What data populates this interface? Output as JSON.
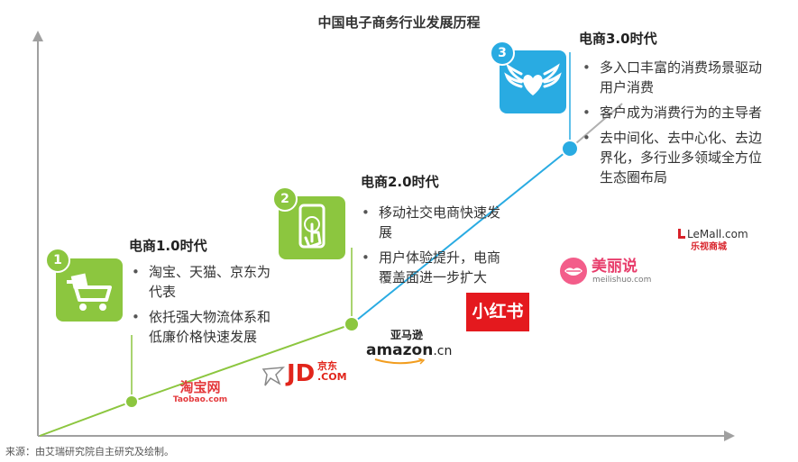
{
  "title": "中国电子商务行业发展历程",
  "source": "来源：由艾瑞研究院自主研究及绘制。",
  "colors": {
    "green": "#8cc63f",
    "blue": "#29abe2",
    "gray_line": "#b0b0b0",
    "axis": "#999999"
  },
  "eras": [
    {
      "number": "1",
      "title": "电商1.0时代",
      "icon": "shopping-cart-icon",
      "bullets": [
        "淘宝、天猫、京东为代表",
        "依托强大物流体系和低廉价格快速发展"
      ]
    },
    {
      "number": "2",
      "title": "电商2.0时代",
      "icon": "mobile-touch-icon",
      "bullets": [
        "移动社交电商快速发展",
        "用户体验提升，电商覆盖面进一步扩大"
      ]
    },
    {
      "number": "3",
      "title": "电商3.0时代",
      "icon": "winged-heart-icon",
      "bullets": [
        "多入口丰富的消费场景驱动用户消费",
        "客户成为消费行为的主导者",
        "去中间化、去中心化、去边界化，多行业多领域全方位生态圈布局"
      ]
    }
  ],
  "logos": {
    "taobao_cn": "淘宝网",
    "taobao_en": "Taobao.com",
    "jd_en": "JD",
    "jd_com": ".COM",
    "jd_cn": "京东",
    "amazon_cn": "亚马逊",
    "amazon_en": "amazon",
    "amazon_suffix": ".cn",
    "xiaohongshu": "小红书",
    "meilishuo_cn": "美丽说",
    "meilishuo_en": "meilishuo.com",
    "lemall_en": "LeMall.com",
    "lemall_cn": "乐视商城"
  }
}
